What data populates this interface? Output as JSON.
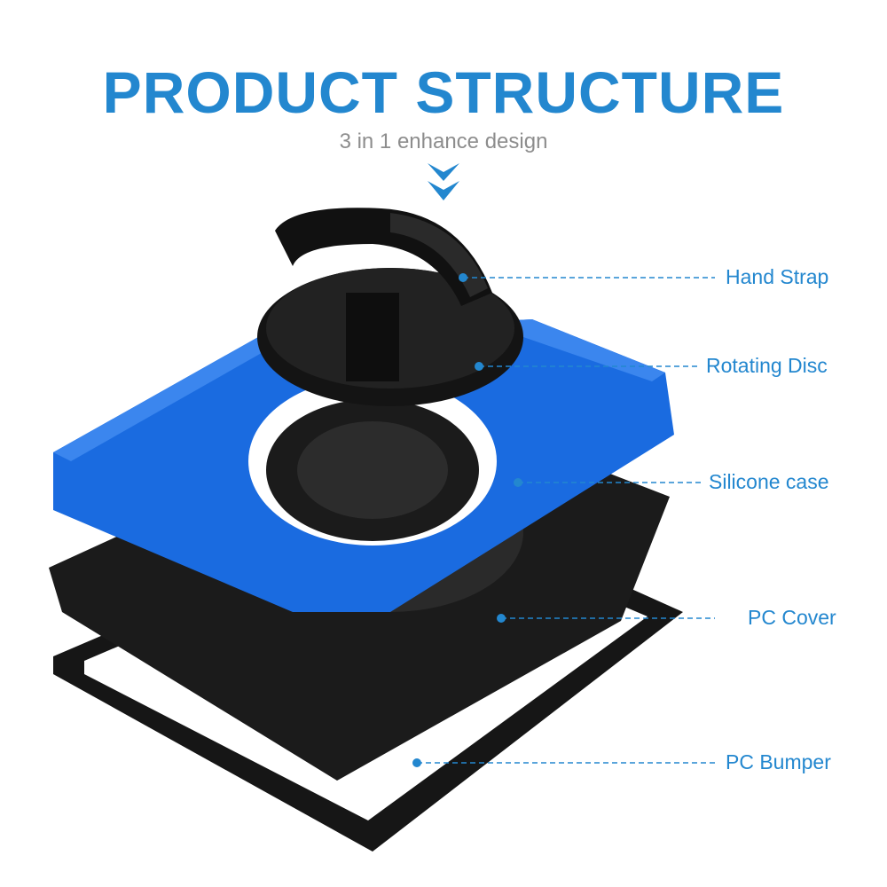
{
  "header": {
    "title": "PRODUCT STRUCTURE",
    "subtitle": "3 in 1 enhance design"
  },
  "callouts": [
    {
      "label": "Hand Strap"
    },
    {
      "label": "Rotating Disc"
    },
    {
      "label": "Silicone case"
    },
    {
      "label": "PC Cover"
    },
    {
      "label": "PC Bumper"
    }
  ],
  "colors": {
    "accent": "#2387cf",
    "case_blue": "#1a6be0",
    "black": "#1a1a1a",
    "subtitle": "#8d8d8d"
  }
}
